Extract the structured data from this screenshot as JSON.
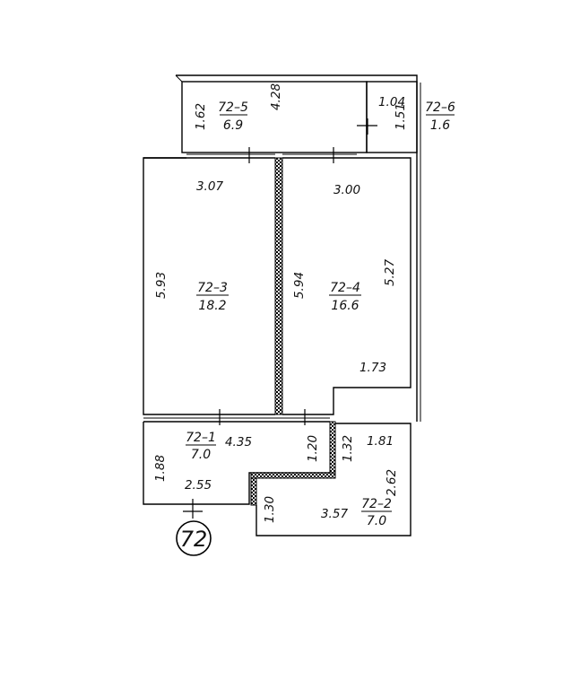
{
  "rooms": {
    "r5": {
      "id": "72–5",
      "area": "6.9"
    },
    "r6": {
      "id": "72–6",
      "area": "1.6"
    },
    "r3": {
      "id": "72–3",
      "area": "18.2"
    },
    "r4": {
      "id": "72–4",
      "area": "16.6"
    },
    "r1": {
      "id": "72–1",
      "area": "7.0"
    },
    "r2": {
      "id": "72–2",
      "area": "7.0"
    }
  },
  "dims": {
    "d162": "1.62",
    "d428": "4.28",
    "d104": "1.04",
    "d151": "1.51",
    "d307": "3.07",
    "d300": "3.00",
    "d593": "5.93",
    "d594": "5.94",
    "d527": "5.27",
    "d173": "1.73",
    "d435": "4.35",
    "d120": "1.20",
    "d132": "1.32",
    "d181": "1.81",
    "d188": "1.88",
    "d255": "2.55",
    "d262": "2.62",
    "d130": "1.30",
    "d357": "3.57"
  },
  "apartment_marker": "72",
  "colors": {
    "line": "#000000",
    "background": "#ffffff"
  }
}
